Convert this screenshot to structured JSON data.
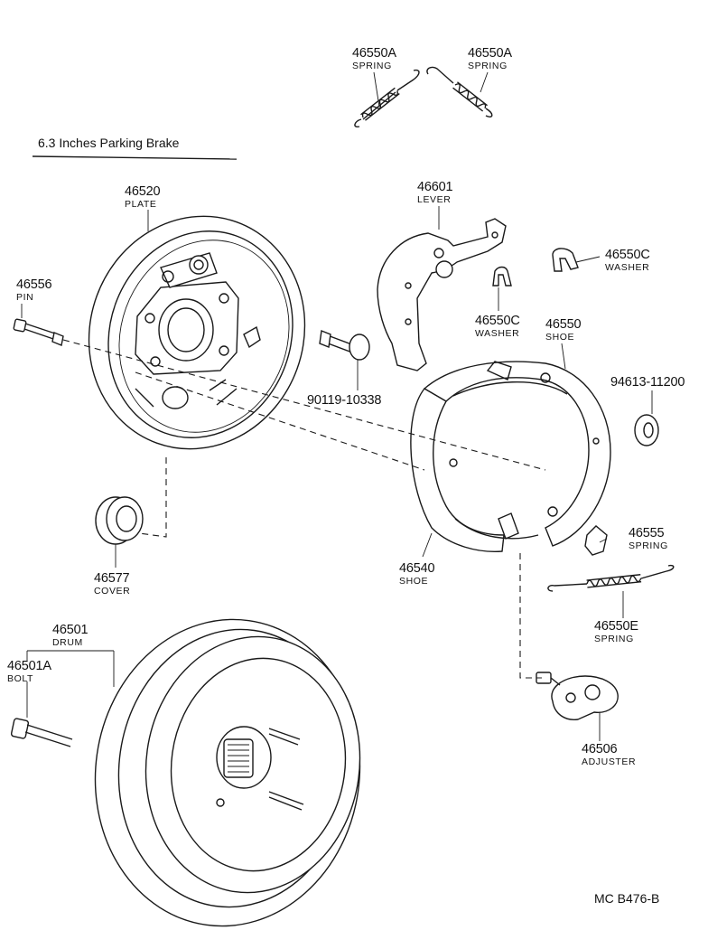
{
  "diagram": {
    "title": "6.3 Inches Parking Brake",
    "code": "MC B476-B",
    "colors": {
      "ink": "#1a1a1a",
      "background": "#ffffff"
    },
    "parts": {
      "spring_a_left": {
        "number": "46550A",
        "name": "SPRING"
      },
      "spring_a_right": {
        "number": "46550A",
        "name": "SPRING"
      },
      "plate": {
        "number": "46520",
        "name": "PLATE"
      },
      "lever": {
        "number": "46601",
        "name": "LEVER"
      },
      "washer_c_right": {
        "number": "46550C",
        "name": "WASHER"
      },
      "pin": {
        "number": "46556",
        "name": "PIN"
      },
      "washer_c_mid": {
        "number": "46550C",
        "name": "WASHER"
      },
      "shoe_46550": {
        "number": "46550",
        "name": "SHOE"
      },
      "bolt_90119": {
        "number": "90119-10338"
      },
      "washer_94613": {
        "number": "94613-11200"
      },
      "cover": {
        "number": "46577",
        "name": "COVER"
      },
      "spring_46555": {
        "number": "46555",
        "name": "SPRING"
      },
      "shoe_46540": {
        "number": "46540",
        "name": "SHOE"
      },
      "spring_e": {
        "number": "46550E",
        "name": "SPRING"
      },
      "drum": {
        "number": "46501",
        "name": "DRUM"
      },
      "bolt_46501a": {
        "number": "46501A",
        "name": "BOLT"
      },
      "adjuster": {
        "number": "46506",
        "name": "ADJUSTER"
      }
    }
  }
}
